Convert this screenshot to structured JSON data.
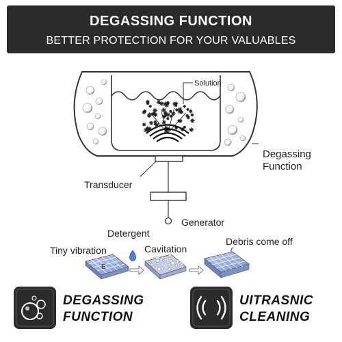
{
  "banner": {
    "title": "DEGASSING FUNCTION",
    "subtitle": "BETTER PROTECTION FOR YOUR VALUABLES"
  },
  "diagram": {
    "solution_label": "Solution",
    "degassing_line1": "Degassing",
    "degassing_line2": "Function",
    "transducer_label": "Transducer",
    "generator_label": "Generator",
    "detergent_label": "Detergent",
    "tiny_vibration_label": "Tiny vibration",
    "cavitation_label": "Cavitation",
    "debris_label": "Debris come off"
  },
  "badges": [
    {
      "line1": "DEGASSING",
      "line2": "FUNCTION",
      "icon": "bubbles-icon"
    },
    {
      "line1": "UITRASNIC",
      "line2": "CLEANING",
      "icon": "sound-waves-icon"
    }
  ],
  "colors": {
    "banner_bg": "#2b2b2b",
    "badge_bg": "#2b2b2b",
    "tile_blue": "#8fa6d8"
  }
}
